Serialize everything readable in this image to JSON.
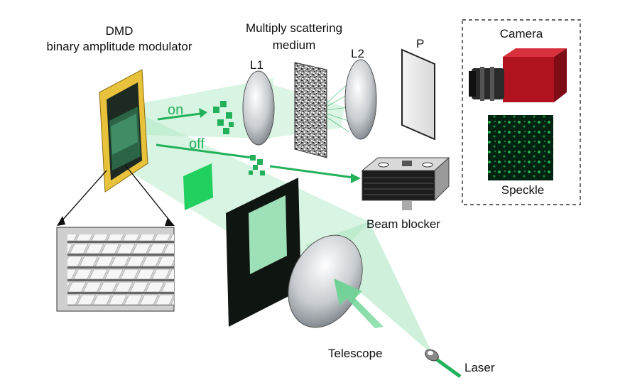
{
  "labels": {
    "dmd_line1": "DMD",
    "dmd_line2": "binary amplitude modulator",
    "medium_line1": "Multiply scattering",
    "medium_line2": "medium",
    "l1": "L1",
    "l2": "L2",
    "p": "P",
    "camera": "Camera",
    "speckle": "Speckle",
    "on": "on",
    "off": "off",
    "beam_blocker": "Beam blocker",
    "telescope": "Telescope",
    "laser": "Laser"
  },
  "colors": {
    "beam": "#a8e6bf",
    "beam_strong": "#22b15a",
    "dmd_frame": "#e8c23a",
    "camera_body": "#b0121f",
    "dashed_box": "#333333"
  }
}
